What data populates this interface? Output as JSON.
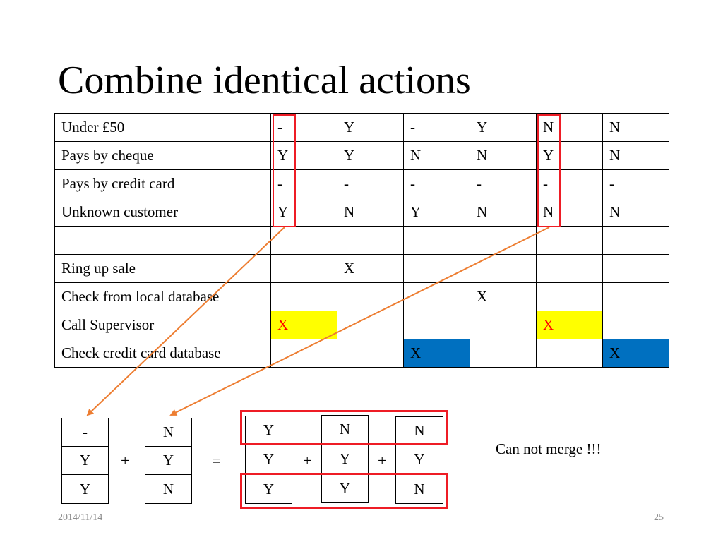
{
  "slide": {
    "title": "Combine identical actions",
    "date": "2014/11/14",
    "page_number": "25",
    "note": "Can not merge !!!"
  },
  "decision_table": {
    "rows": [
      {
        "label": "Under £50",
        "cells": [
          "-",
          "Y",
          "-",
          "Y",
          "N",
          "N"
        ]
      },
      {
        "label": "Pays by cheque",
        "cells": [
          "Y",
          "Y",
          "N",
          "N",
          "Y",
          "N"
        ]
      },
      {
        "label": "Pays by credit card",
        "cells": [
          "-",
          "-",
          "-",
          "-",
          "-",
          "-"
        ]
      },
      {
        "label": "Unknown customer",
        "cells": [
          "Y",
          "N",
          "Y",
          "N",
          "N",
          "N"
        ]
      },
      {
        "label": "",
        "cells": [
          "",
          "",
          "",
          "",
          "",
          ""
        ]
      },
      {
        "label": "Ring up sale",
        "cells": [
          "",
          "X",
          "",
          "",
          "",
          ""
        ]
      },
      {
        "label": "Check from local database",
        "cells": [
          "",
          "",
          "",
          "X",
          "",
          ""
        ]
      },
      {
        "label": "Call Supervisor",
        "cells": [
          "X",
          "",
          "",
          "",
          "X",
          ""
        ]
      },
      {
        "label": "Check credit card database",
        "cells": [
          "",
          "",
          "X",
          "",
          "",
          "X"
        ]
      }
    ],
    "highlight_colors": {
      "yellow": "#ffff00",
      "blue": "#0070c0",
      "red_box": "#ee1c25",
      "arrow": "#ed7d31"
    }
  },
  "merge": {
    "col_a": [
      "-",
      "Y",
      "Y"
    ],
    "col_b": [
      "N",
      "Y",
      "N"
    ],
    "plus": "+",
    "equals": "=",
    "result_cols": [
      [
        "Y",
        "Y",
        "Y"
      ],
      [
        "N",
        "Y",
        "Y"
      ],
      [
        "N",
        "Y",
        "N"
      ]
    ]
  }
}
